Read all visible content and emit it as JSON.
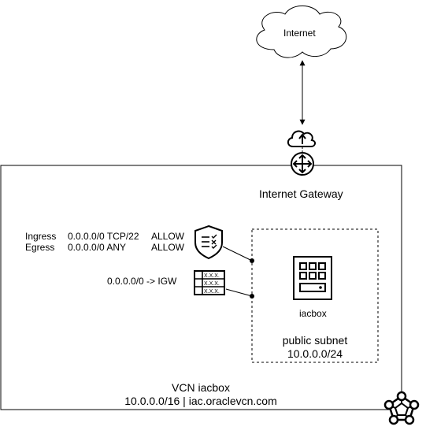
{
  "internet": {
    "label": "Internet"
  },
  "internet_gateway": {
    "label": "Internet Gateway"
  },
  "security_list": {
    "rows": [
      {
        "direction": "Ingress",
        "rule": "0.0.0.0/0 TCP/22",
        "action": "ALLOW"
      },
      {
        "direction": "Egress",
        "rule": "0.0.0.0/0 ANY",
        "action": "ALLOW"
      }
    ]
  },
  "route_table": {
    "rule": "0.0.0.0/0 -> IGW"
  },
  "instance": {
    "label": "iacbox"
  },
  "subnet": {
    "label": "public subnet",
    "cidr": "10.0.0.0/24"
  },
  "vcn": {
    "name": "VCN iacbox",
    "details": "10.0.0.0/16 | iac.oraclevcn.com"
  }
}
